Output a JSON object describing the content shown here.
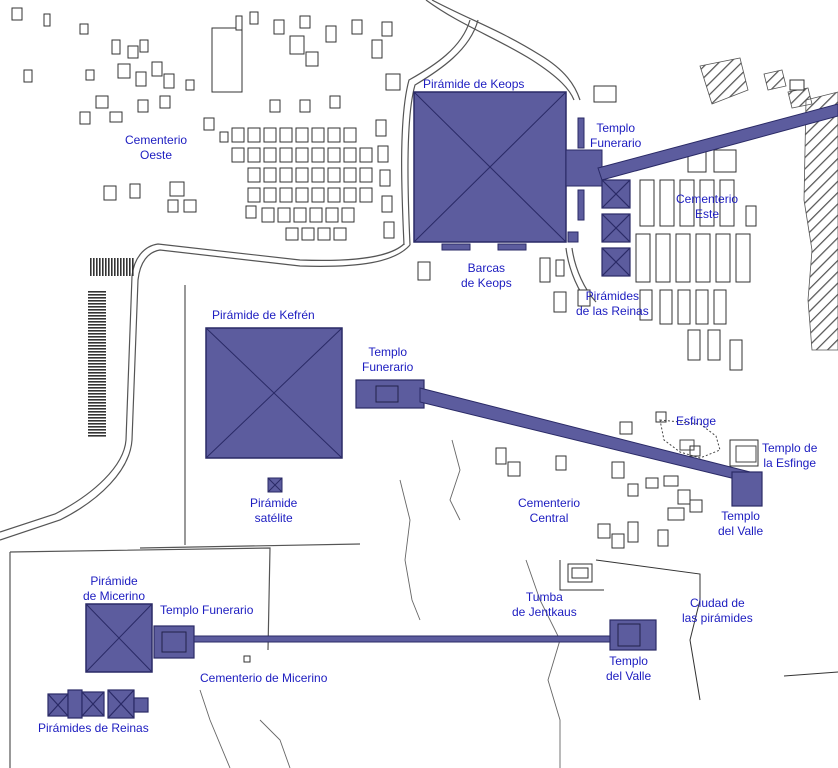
{
  "colors": {
    "structure_fill": "#5c5c9e",
    "structure_stroke": "#2a2a66",
    "label_text": "#1c1cc0",
    "outline": "#4a4a4a",
    "background": "#ffffff"
  },
  "labels": {
    "keops_pyramid": "Pirámide de Keops",
    "keops_temple": [
      "Templo",
      "Funerario"
    ],
    "east_cemetery": [
      "Cementerio",
      "Este"
    ],
    "west_cemetery": [
      "Cementerio",
      "Oeste"
    ],
    "keops_boats": [
      "Barcas",
      "de Keops"
    ],
    "queens_pyramids_keops": [
      "Pirámides",
      "de las Reinas"
    ],
    "khafre_pyramid": "Pirámide de Kefrén",
    "khafre_temple": [
      "Templo",
      "Funerario"
    ],
    "satellite_pyramid": [
      "Pirámide",
      "satélite"
    ],
    "sphinx": "Esfinge",
    "sphinx_temple": [
      "Templo de",
      "la Esfinge"
    ],
    "khafre_valley_temple": [
      "Templo",
      "del Valle"
    ],
    "central_cemetery": [
      "Cementerio",
      "Central"
    ],
    "khentkaus_tomb": [
      "Tumba",
      "de Jentkaus"
    ],
    "pyramid_city": [
      "Ciudad de",
      "las pirámides"
    ],
    "menkaure_pyramid": [
      "Pirámide",
      "de Micerino"
    ],
    "menkaure_temple": "Templo Funerario",
    "menkaure_valley_temple": [
      "Templo",
      "del Valle"
    ],
    "menkaure_cemetery": "Cementerio de Micerino",
    "menkaure_queens": "Pirámides de Reinas"
  }
}
